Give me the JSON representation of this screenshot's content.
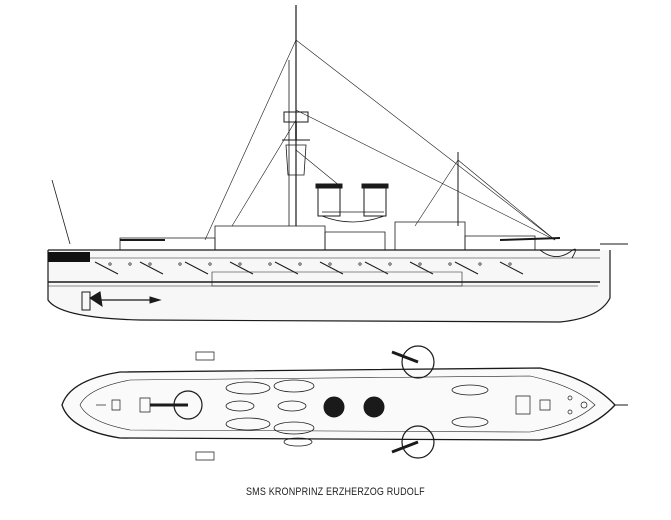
{
  "caption": "SMS KRONPRINZ ERZHERZOG RUDOLF",
  "colors": {
    "ink": "#1a1a1a",
    "paper": "#ffffff",
    "hull_shade": "#f4f4f4"
  },
  "views": [
    {
      "name": "side-elevation"
    },
    {
      "name": "deck-plan"
    }
  ]
}
